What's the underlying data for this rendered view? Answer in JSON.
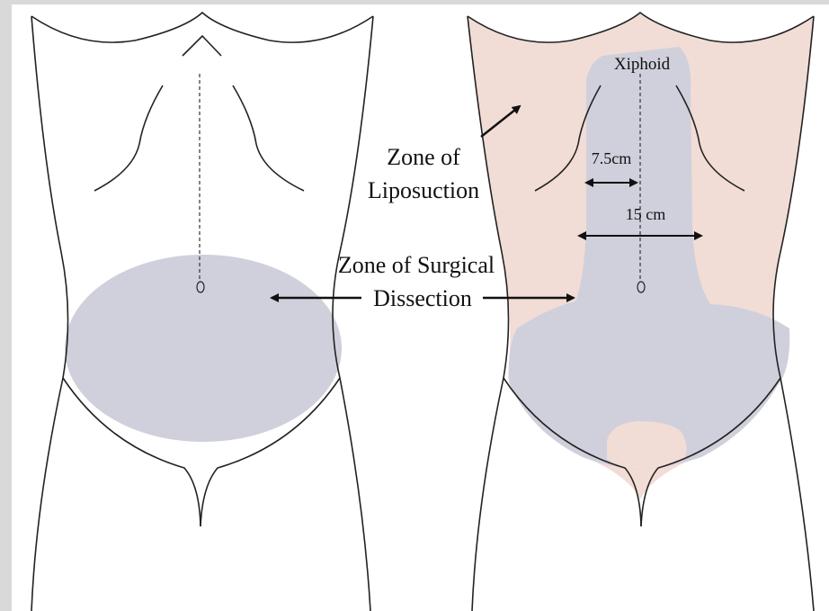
{
  "colors": {
    "liposuction_zone": "#f2dcd6",
    "dissection_zone": "#cfd0db",
    "outline": "#222222",
    "background": "#ffffff",
    "frame": "#d9d9d9"
  },
  "labels": {
    "xiphoid": "Xiphoid",
    "liposuction_line1": "Zone of",
    "liposuction_line2": "Liposuction",
    "dissection_line1": "Zone of Surgical",
    "dissection_line2": "Dissection",
    "width_half": "7.5cm",
    "width_full": "15 cm"
  }
}
